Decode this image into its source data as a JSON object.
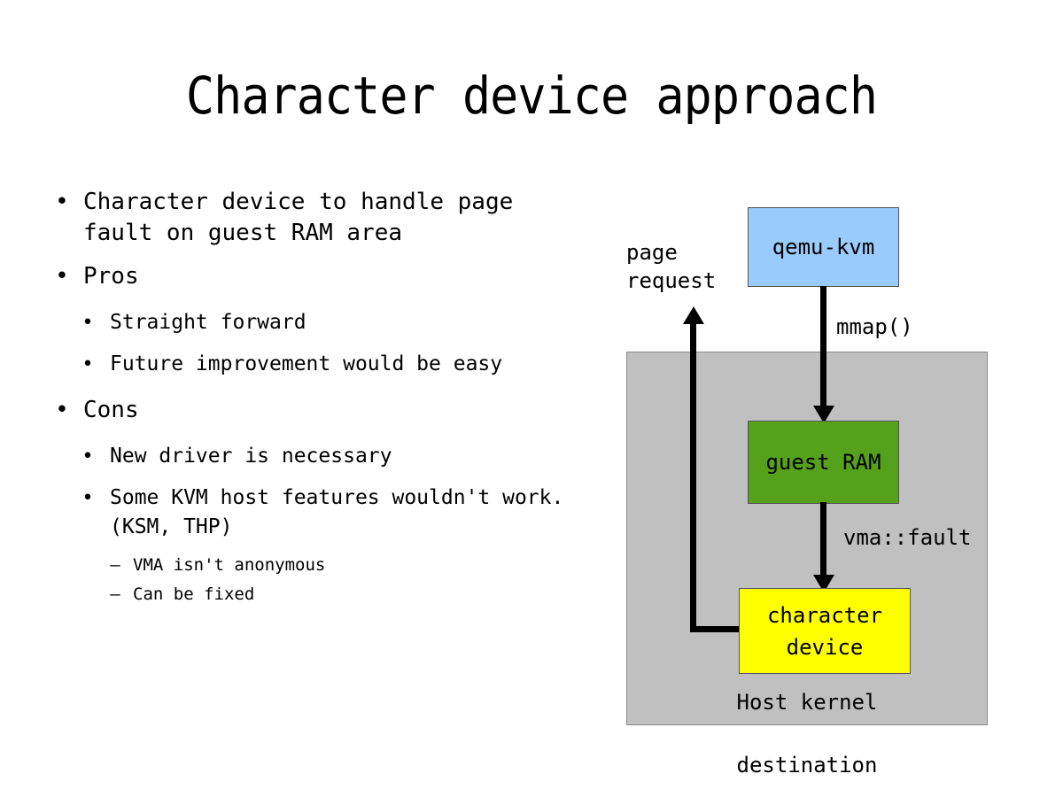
{
  "slide": {
    "title": "Character device approach"
  },
  "bullets": [
    {
      "level": 1,
      "text": "Character device to handle page fault on guest RAM area",
      "marker": "•"
    },
    {
      "level": 1,
      "text": "Pros",
      "marker": "•"
    },
    {
      "level": 2,
      "text": "Straight forward",
      "marker": "•"
    },
    {
      "level": 2,
      "text": "Future improvement would be easy",
      "marker": "•"
    },
    {
      "level": 1,
      "text": "Cons",
      "marker": "•"
    },
    {
      "level": 2,
      "text": "New driver is necessary",
      "marker": "•"
    },
    {
      "level": 2,
      "text": "Some KVM host features wouldn't work.(KSM, THP)",
      "marker": "•"
    },
    {
      "level": 3,
      "text": "VMA isn't anonymous",
      "marker": "–"
    },
    {
      "level": 3,
      "text": "Can be fixed",
      "marker": "–"
    }
  ],
  "diagram": {
    "boxes": {
      "qemu": {
        "label": "qemu-kvm",
        "color": "#99ccfc"
      },
      "guest_ram": {
        "label": "guest RAM",
        "color": "#56a11b"
      },
      "character_device": {
        "label_line1": "character",
        "label_line2": "device",
        "color": "#ffff00"
      },
      "host_kernel": {
        "label": "Host kernel",
        "color": "#c0c0c0"
      }
    },
    "labels": {
      "page_request": "page\nrequest",
      "mmap": "mmap()",
      "vma_fault": "vma::fault",
      "destination": "destination"
    },
    "arrows": [
      {
        "name": "mmap-arrow",
        "from": "qemu",
        "to": "guest_ram",
        "label": "mmap()",
        "direction": "down"
      },
      {
        "name": "vma-fault-arrow",
        "from": "guest_ram",
        "to": "character_device",
        "label": "vma::fault",
        "direction": "down"
      },
      {
        "name": "page-request-arrow",
        "from": "character_device",
        "to": "outside",
        "label": "page request",
        "direction": "up"
      }
    ]
  }
}
